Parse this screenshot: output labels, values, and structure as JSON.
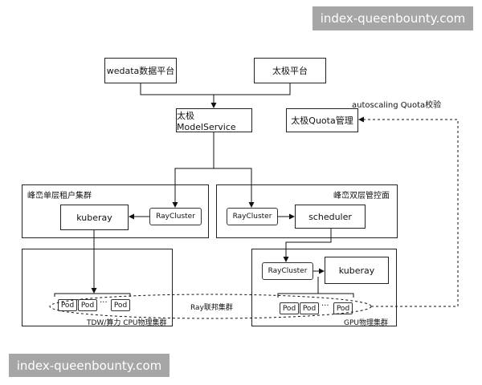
{
  "watermark_top": "index-queenbounty.com",
  "watermark_bottom": "index-queenbounty.com",
  "nodes": {
    "wedata": "wedata数据平台",
    "taiji": "太极平台",
    "model_service": "太极ModelService",
    "quota": "太极Quota管理",
    "kuberay_left": "kuberay",
    "raycluster_left": "RayCluster",
    "raycluster_mid": "RayCluster",
    "scheduler": "scheduler",
    "raycluster_right": "RayCluster",
    "kuberay_right": "kuberay"
  },
  "regions": {
    "single_tenant": "峰峦单层租户集群",
    "dual_control": "峰峦双层管控面",
    "tdw_cluster": "TDW/算力 CPU物理集群",
    "gpu_cluster": "GPU物理集群"
  },
  "pods": {
    "pod": "Pod",
    "dots": "···"
  },
  "labels": {
    "autoscaling": "autoscaling Quota校验",
    "ray_federation": "Ray联邦集群"
  }
}
